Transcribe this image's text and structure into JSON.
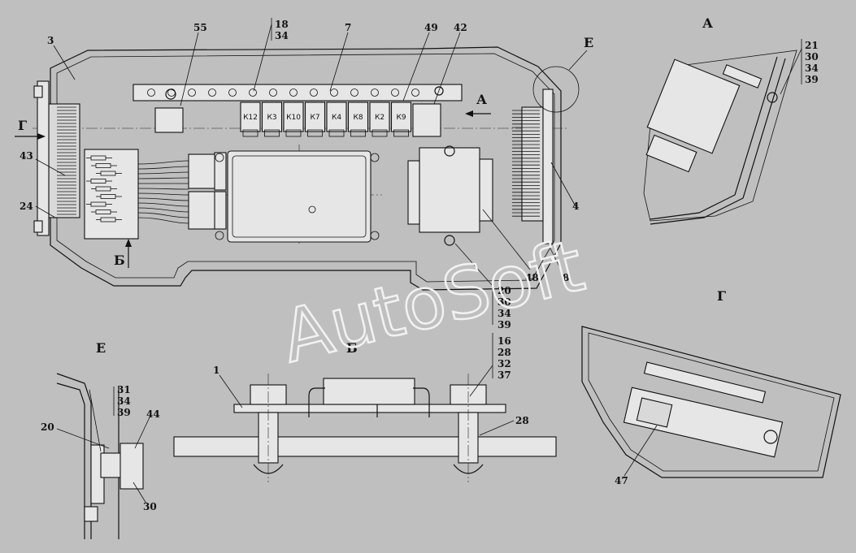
{
  "views": {
    "main": "",
    "a": "А",
    "ye": "Е",
    "b": "Б",
    "g": "Г"
  },
  "labels": {
    "l3": "3",
    "l55": "55",
    "l18": "18",
    "l34a": "34",
    "l7": "7",
    "l49": "49",
    "l42": "42",
    "lE": "Е",
    "lA": "А",
    "lG": "Г",
    "l43": "43",
    "l24": "24",
    "l4": "4",
    "l48": "48",
    "l8": "8",
    "lB": "Б",
    "s1_20": "20",
    "s1_30": "30",
    "s1_34": "34",
    "s1_39": "39",
    "s2_21": "21",
    "s2_30": "30",
    "s2_34": "34",
    "s2_39": "39",
    "s3_31": "31",
    "s3_34": "34",
    "s3_39": "39",
    "l20": "20",
    "l44": "44",
    "l30": "30",
    "l1": "1",
    "s4_16": "16",
    "s4_28": "28",
    "s4_32": "32",
    "s4_37": "37",
    "l28": "28",
    "l47": "47"
  },
  "relays": [
    "К12",
    "К3",
    "К10",
    "К7",
    "К4",
    "К8",
    "К2",
    "К9"
  ],
  "watermark": "AutoSoft"
}
